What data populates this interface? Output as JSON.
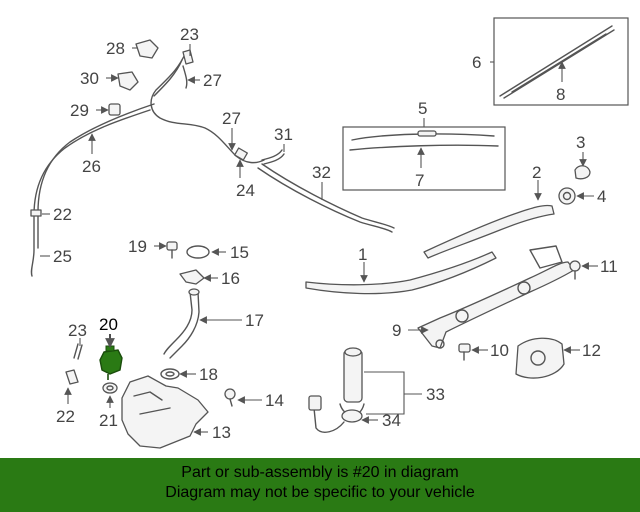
{
  "callouts": {
    "c1": "1",
    "c2": "2",
    "c3": "3",
    "c4": "4",
    "c5": "5",
    "c6": "6",
    "c7": "7",
    "c8": "8",
    "c9": "9",
    "c10": "10",
    "c11": "11",
    "c12": "12",
    "c13": "13",
    "c14": "14",
    "c15": "15",
    "c16": "16",
    "c17": "17",
    "c18": "18",
    "c19": "19",
    "c20": "20",
    "c21": "21",
    "c22a": "22",
    "c22b": "22",
    "c23a": "23",
    "c23b": "23",
    "c24": "24",
    "c25": "25",
    "c26": "26",
    "c27a": "27",
    "c27b": "27",
    "c28": "28",
    "c29": "29",
    "c30": "30",
    "c31": "31",
    "c32": "32",
    "c33": "33",
    "c34": "34"
  },
  "highlighted_part": "20",
  "colors": {
    "highlight": "#2a7a14",
    "banner": "#2a7a14"
  },
  "banner": {
    "line1": "Part or sub-assembly is #20 in diagram",
    "line2": "Diagram may not be specific to your vehicle"
  }
}
